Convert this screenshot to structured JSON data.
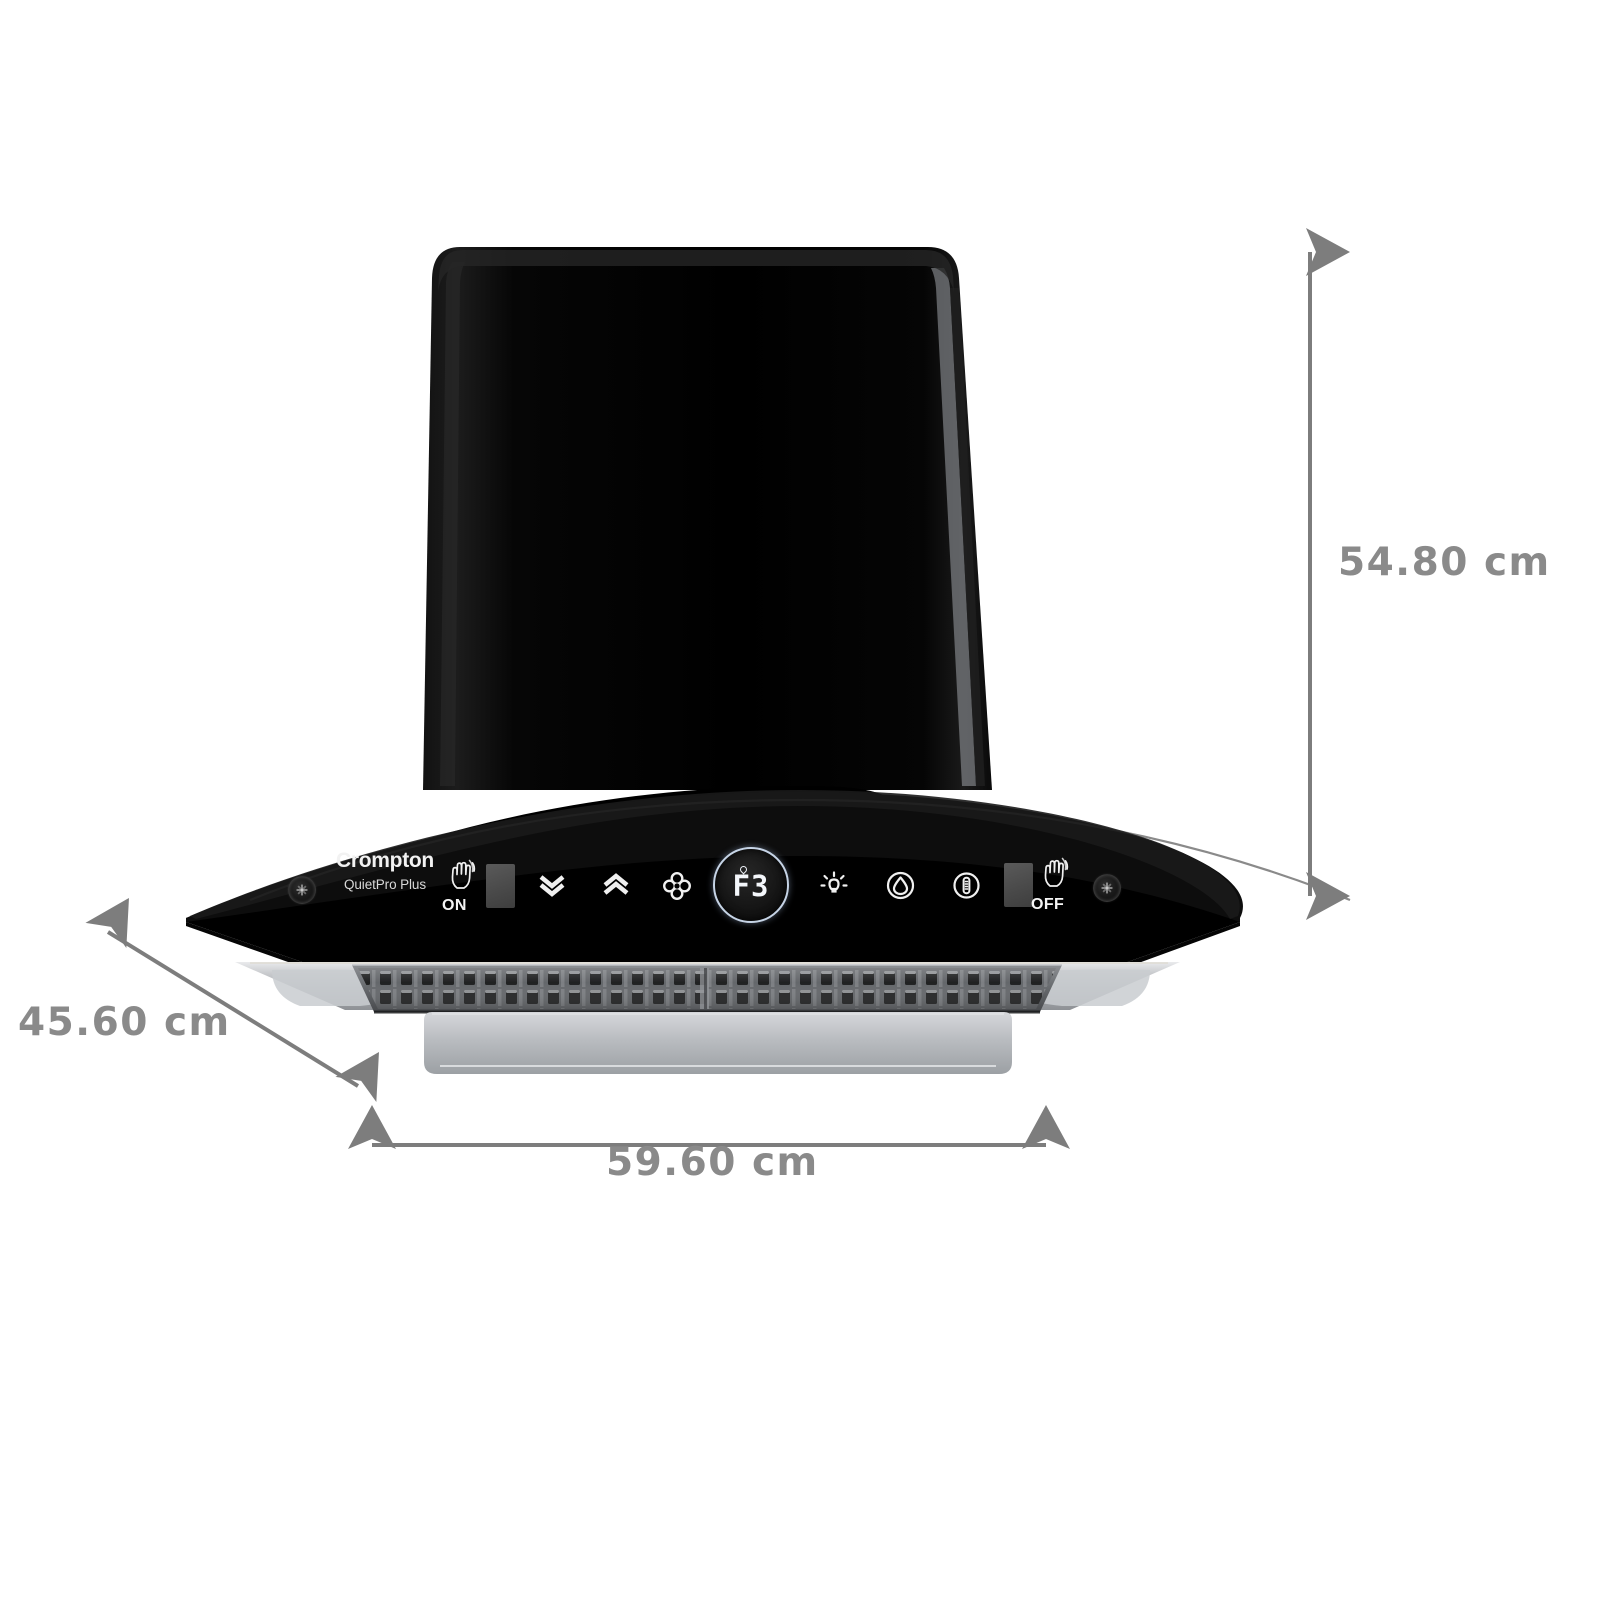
{
  "product": {
    "type": "kitchen-chimney-range-hood",
    "brand": "Crompton",
    "model_line": "QuietPro Plus",
    "finish_color": "#0a0a0a",
    "accent_color": "#c6d4e6",
    "trim_color": "#b9bcc0"
  },
  "control_panel": {
    "brand_name": "Crompton",
    "brand_sub": "QuietPro Plus",
    "gesture_on_label": "ON",
    "gesture_off_label": "OFF",
    "display_value": "F3",
    "icons": [
      {
        "name": "lamp-left-icon",
        "label": ""
      },
      {
        "name": "hand-gesture-on-icon",
        "label": "ON"
      },
      {
        "name": "motion-sensor-pad-on",
        "label": ""
      },
      {
        "name": "speed-down-chevron-icon",
        "label": ""
      },
      {
        "name": "speed-up-chevron-icon",
        "label": ""
      },
      {
        "name": "fan-clover-icon",
        "label": ""
      },
      {
        "name": "display-ring",
        "label": "F3"
      },
      {
        "name": "light-bulb-icon",
        "label": ""
      },
      {
        "name": "auto-clean-droplet-icon",
        "label": ""
      },
      {
        "name": "filter-timer-icon",
        "label": ""
      },
      {
        "name": "motion-sensor-pad-off",
        "label": ""
      },
      {
        "name": "hand-gesture-off-icon",
        "label": "OFF"
      },
      {
        "name": "lamp-right-icon",
        "label": ""
      }
    ]
  },
  "dimensions": {
    "height": {
      "value": "54.80 cm",
      "axis": "vertical",
      "unit": "cm",
      "number": 54.8
    },
    "depth": {
      "value": "45.60 cm",
      "axis": "diagonal",
      "unit": "cm",
      "number": 45.6
    },
    "width": {
      "value": "59.60 cm",
      "axis": "horizontal",
      "unit": "cm",
      "number": 59.6
    }
  }
}
